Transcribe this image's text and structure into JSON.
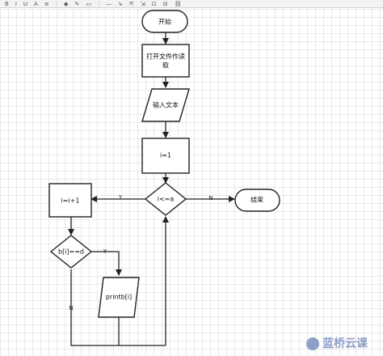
{
  "toolbar": {
    "items": [
      "B",
      "I",
      "U",
      "A",
      "≡",
      "◆",
      "✎",
      "▭",
      "—",
      "↳",
      "⇱",
      "⇲",
      "⊡",
      "⊟",
      "⛓"
    ]
  },
  "flowchart": {
    "start": "开始",
    "open_file": [
      "打开文件作读",
      "取"
    ],
    "input_text": "输入文本",
    "init_i": "i=1",
    "loop_cond": "i<=a",
    "end": "结束",
    "increment": "i=i+1",
    "compare": "b[i]==d",
    "print": "printb[i]",
    "edge_yes_loop": "Y",
    "edge_no_loop": "N",
    "edge_yes_compare": "Y",
    "edge_no_compare": "N"
  },
  "watermark": {
    "text": "蓝桥云课"
  },
  "colors": {
    "line": "#222222",
    "grid": "#e9e9e9",
    "watermark": "#8ea0c8"
  }
}
